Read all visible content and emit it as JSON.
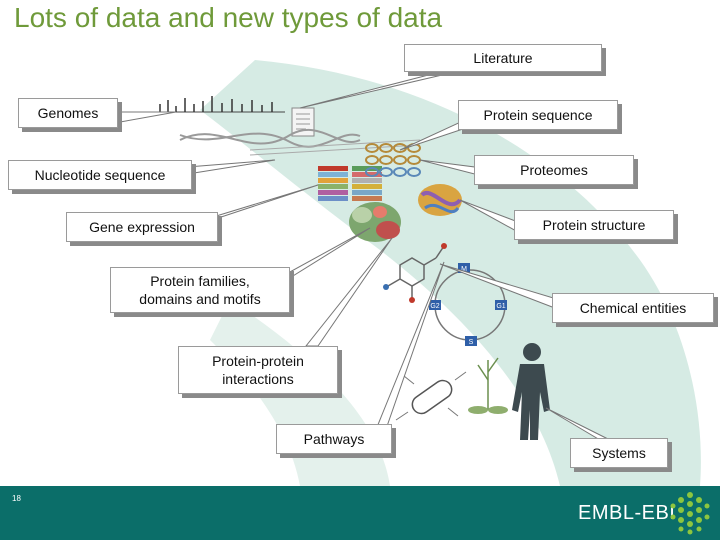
{
  "slide": {
    "title": "Lots of data and new types of data",
    "page_number": "18",
    "brand": "EMBL-EBI"
  },
  "labels": {
    "literature": "Literature",
    "genomes": "Genomes",
    "protein_sequence": "Protein sequence",
    "nucleotide_sequence": "Nucleotide sequence",
    "proteomes": "Proteomes",
    "gene_expression": "Gene expression",
    "protein_structure": "Protein structure",
    "protein_families": "Protein families,\ndomains and motifs",
    "chemical_entities": "Chemical entities",
    "protein_protein": "Protein-protein\ninteractions",
    "pathways": "Pathways",
    "systems": "Systems"
  },
  "cycle_labels": [
    "M",
    "G1",
    "S",
    "G2"
  ],
  "colors": {
    "title": "#6f9a3a",
    "band": "#d6ebe4",
    "footer": "#0b6e69"
  }
}
